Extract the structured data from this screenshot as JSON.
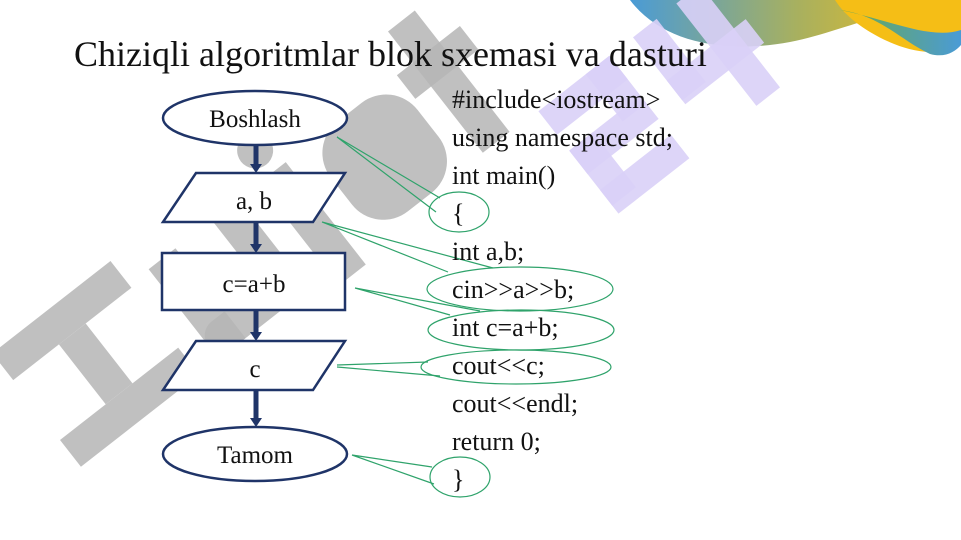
{
  "slide": {
    "title": "Chiziqli algoritmlar blok sxemasi va dasturi",
    "watermark": "Hujjat 24",
    "flowchart": {
      "start": "Boshlash",
      "input": "a, b",
      "process": "c=a+b",
      "output": "c",
      "end": "Tamom"
    },
    "code_lines": [
      "#include<iostream>",
      "using namespace std;",
      "int main()",
      "{",
      "int a,b;",
      "cin>>a>>b;",
      "int c=a+b;",
      "cout<<c;",
      "cout<<endl;",
      "return 0;",
      "}"
    ],
    "colors": {
      "shape_stroke": "#1f3468",
      "callout": "#2fa36b",
      "watermark_gray": "#b5b5b5",
      "watermark_purple": "#d9d0f7"
    }
  }
}
